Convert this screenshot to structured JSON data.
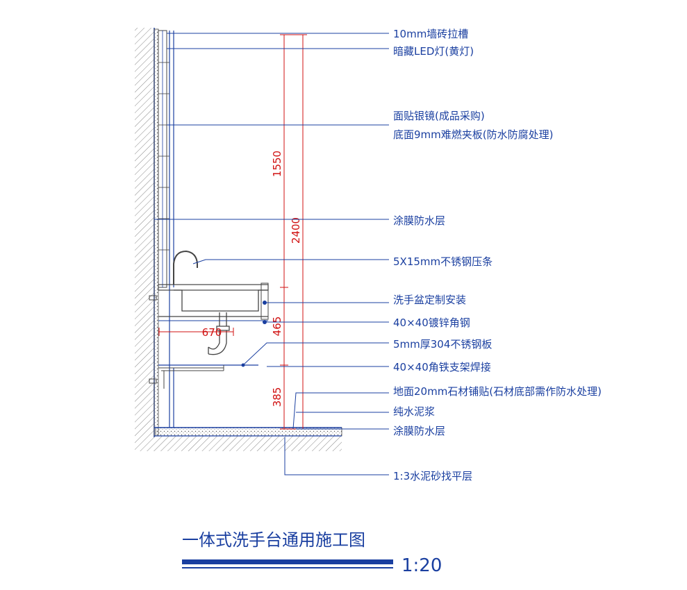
{
  "drawing": {
    "title": "一体式洗手台通用施工图",
    "scale": "1:20",
    "colors": {
      "line": "#1a3fa0",
      "dimension": "#d01010",
      "detail": "#444444",
      "hatch": "#888888"
    },
    "notes": [
      "10mm墙砖拉槽",
      "暗藏LED灯(黄灯)",
      "面贴银镜(成品采购)",
      "底面9mm难燃夹板(防水防腐处理)",
      "涂膜防水层",
      "5X15mm不锈钢压条",
      "洗手盆定制安装",
      "40×40镀锌角钢",
      "5mm厚304不锈钢板",
      "40×40角铁支架焊接",
      "地面20mm石材铺贴(石材底部需作防水处理)",
      "纯水泥浆",
      "涂膜防水层",
      "1:3水泥砂找平层"
    ],
    "dimensions": {
      "mirror_height": "1550",
      "total_height": "2400",
      "counter_gap": "465",
      "counter_height": "385",
      "counter_depth": "670"
    }
  }
}
